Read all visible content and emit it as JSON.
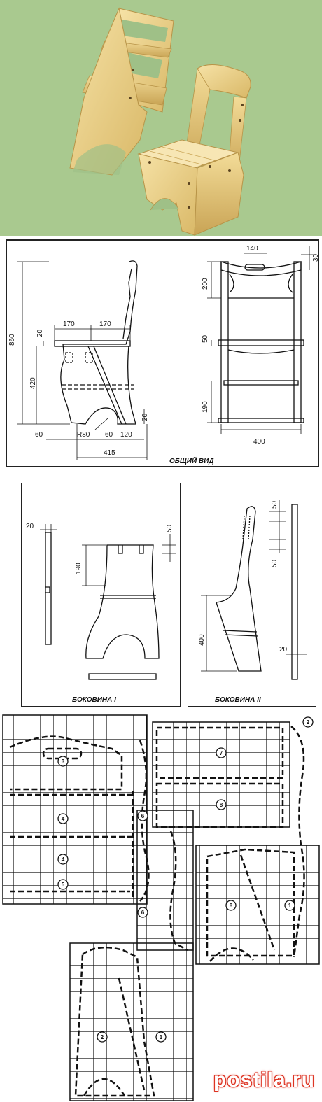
{
  "general_view": {
    "caption": "ОБЩИЙ ВИД",
    "dims": {
      "height_total": "860",
      "seat_height": "420",
      "seat_thickness": "20",
      "seat_left": "170",
      "seat_right": "170",
      "bottom_offset": "60",
      "arch_radius": "R80",
      "right_60": "60",
      "right_120": "120",
      "base_20": "20",
      "width_415": "415",
      "top_140": "140",
      "top_30": "30",
      "back_200": "200",
      "step_50": "50",
      "low_190": "190",
      "ladder_400": "400"
    }
  },
  "side_one": {
    "caption": "БОКОВИНА I",
    "dims": {
      "thick": "20",
      "slot": "50",
      "slot_depth": "190"
    }
  },
  "side_two": {
    "caption": "БОКОВИНА II",
    "dims": {
      "top_50": "50",
      "mid_50": "50",
      "height_400": "400",
      "thick_20": "20"
    }
  },
  "pattern": {
    "part_numbers": [
      "3",
      "4",
      "4",
      "5",
      "6",
      "6",
      "7",
      "8",
      "8",
      "1",
      "2",
      "1",
      "2"
    ]
  },
  "watermark": "postila.ru"
}
